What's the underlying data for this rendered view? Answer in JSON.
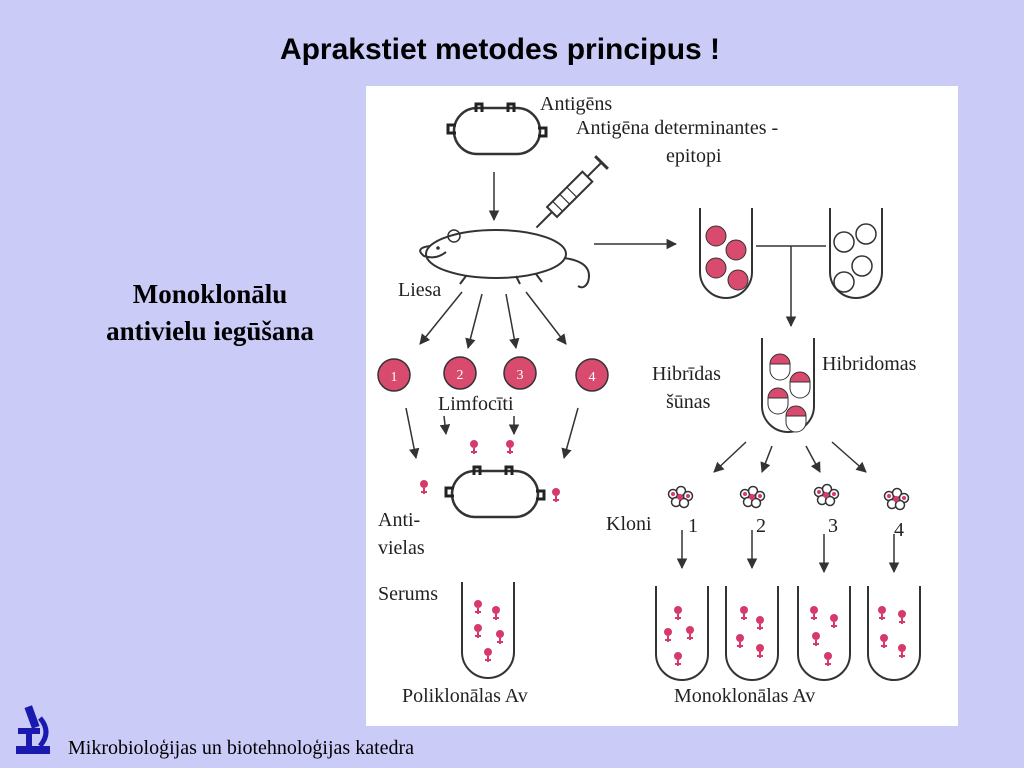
{
  "slide": {
    "title": "Aprakstiet metodes principus !",
    "subtitle_line1": "Monoklonālu",
    "subtitle_line2": "antivielu iegūšana"
  },
  "figure": {
    "antigen": "Antigēns",
    "determinants_line1": "Antigēna determinantes -",
    "determinants_line2": "epitopi",
    "spleen": "Liesa",
    "lymphocytes": "Limfocīti",
    "antibodies_line1": "Anti-",
    "antibodies_line2": "vielas",
    "serum": "Serums",
    "polyclonal": "Poliklonālas Av",
    "hybrid_line1": "Hibrīdas",
    "hybrid_line2": "šūnas",
    "hybridomas": "Hibridomas",
    "clones": "Kloni",
    "clone_numbers": [
      "1",
      "2",
      "3",
      "4"
    ],
    "monoclonal": "Monoklonālas Av",
    "cell_numbers": [
      "1",
      "2",
      "3",
      "4"
    ]
  },
  "footer": {
    "department": "Mikrobioloģijas un biotehnoloģijas katedra"
  },
  "colors": {
    "background": "#cbcbf8",
    "cell_fill": "#d84a6e",
    "antibody": "#d63a6a"
  }
}
